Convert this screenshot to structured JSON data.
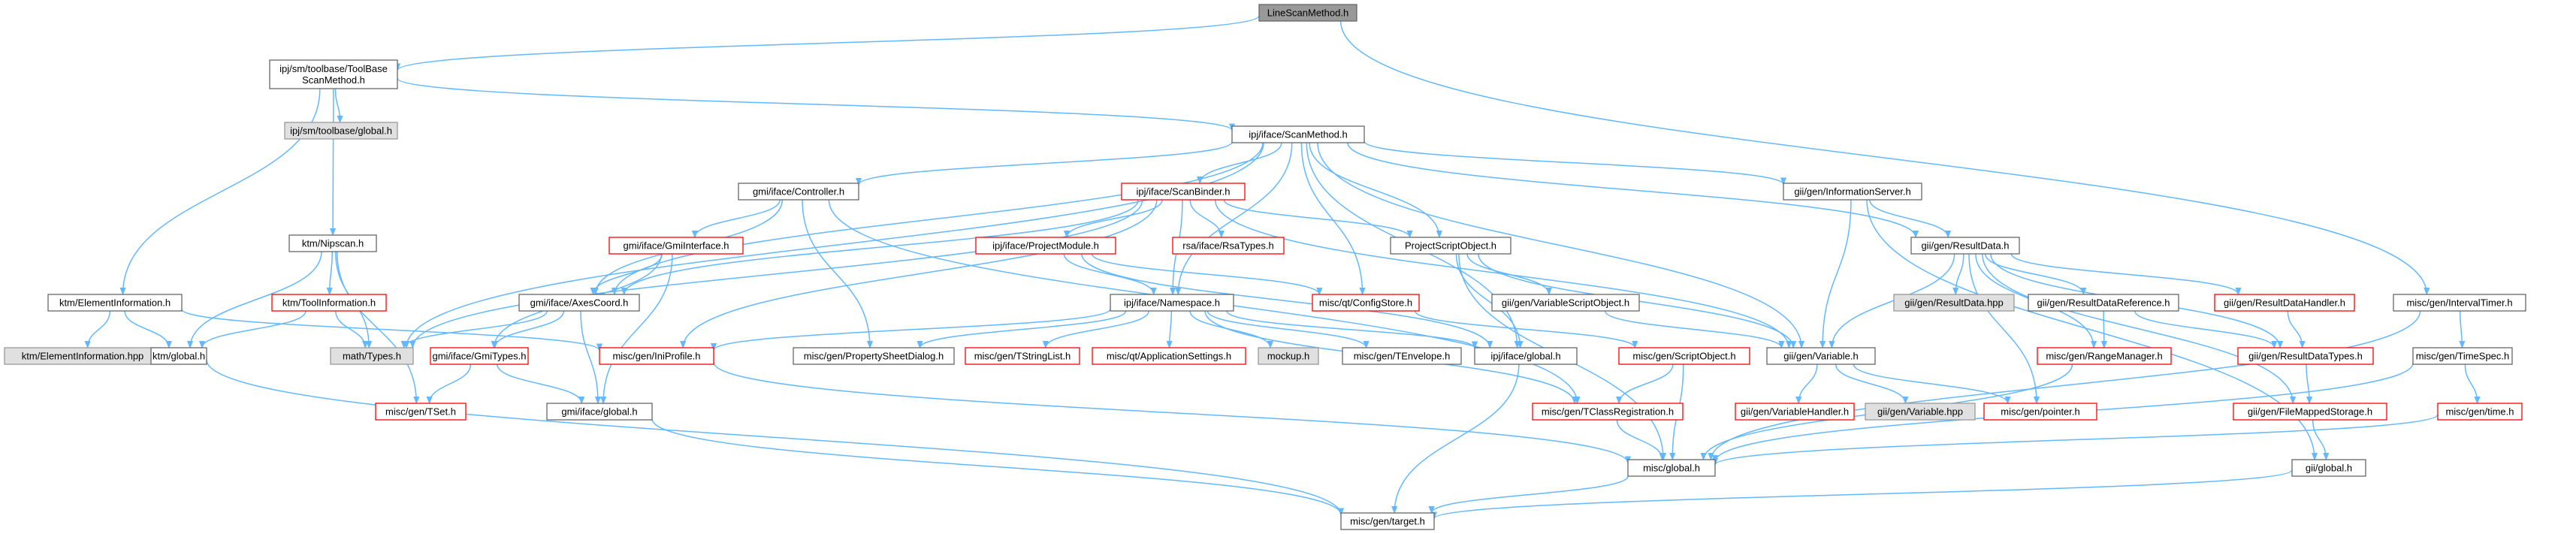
{
  "colors": {
    "edge": "#63b8ff",
    "node_border": "#666666",
    "node_fill": "#ffffff",
    "grey_fill": "#e0e0e0",
    "root_fill": "#999999",
    "red_border": "#ff0000"
  },
  "nodes": {
    "n0": {
      "label": [
        "LineScanMethod.h"
      ],
      "style": "dark"
    },
    "n1": {
      "label": [
        "ipj/sm/toolbase/ToolBase",
        "ScanMethod.h"
      ],
      "style": "white"
    },
    "n2": {
      "label": [
        "ipj/sm/toolbase/global.h"
      ],
      "style": "grey"
    },
    "n3": {
      "label": [
        "ipj/iface/ScanMethod.h"
      ],
      "style": "white"
    },
    "n4": {
      "label": [
        "ktm/ElementInformation.h"
      ],
      "style": "white"
    },
    "n5": {
      "label": [
        "ktm/ElementInformation.hpp"
      ],
      "style": "grey"
    },
    "n6": {
      "label": [
        "ktm/global.h"
      ],
      "style": "white"
    },
    "n7": {
      "label": [
        "ktm/Nipscan.h"
      ],
      "style": "white"
    },
    "n8": {
      "label": [
        "ktm/ToolInformation.h"
      ],
      "style": "red"
    },
    "n9": {
      "label": [
        "math/Types.h"
      ],
      "style": "grey"
    },
    "n10": {
      "label": [
        "gmi/iface/Controller.h"
      ],
      "style": "white"
    },
    "n11": {
      "label": [
        "gmi/iface/GmiInterface.h"
      ],
      "style": "red"
    },
    "n12": {
      "label": [
        "gmi/iface/AxesCoord.h"
      ],
      "style": "white"
    },
    "n13": {
      "label": [
        "gmi/iface/GmiTypes.h"
      ],
      "style": "red"
    },
    "n14": {
      "label": [
        "gmi/iface/global.h"
      ],
      "style": "white"
    },
    "n15": {
      "label": [
        "misc/gen/TSet.h"
      ],
      "style": "red"
    },
    "n16": {
      "label": [
        "misc/gen/IniProfile.h"
      ],
      "style": "red"
    },
    "n17": {
      "label": [
        "ipj/iface/ScanBinder.h"
      ],
      "style": "red"
    },
    "n18": {
      "label": [
        "ipj/iface/ProjectModule.h"
      ],
      "style": "red"
    },
    "n19": {
      "label": [
        "rsa/iface/RsaTypes.h"
      ],
      "style": "red"
    },
    "n20": {
      "label": [
        "ipj/iface/Namespace.h"
      ],
      "style": "white"
    },
    "n21": {
      "label": [
        "misc/gen/PropertySheetDialog.h"
      ],
      "style": "white"
    },
    "n22": {
      "label": [
        "misc/gen/TStringList.h"
      ],
      "style": "red"
    },
    "n23": {
      "label": [
        "misc/qt/ApplicationSettings.h"
      ],
      "style": "red"
    },
    "n24": {
      "label": [
        "mockup.h"
      ],
      "style": "grey"
    },
    "n25": {
      "label": [
        "misc/gen/TEnvelope.h"
      ],
      "style": "white"
    },
    "n26": {
      "label": [
        "ipj/iface/global.h"
      ],
      "style": "white"
    },
    "n27": {
      "label": [
        "misc/qt/ConfigStore.h"
      ],
      "style": "red"
    },
    "n28": {
      "label": [
        "ProjectScriptObject.h"
      ],
      "style": "white"
    },
    "n29": {
      "label": [
        "gii/gen/VariableScriptObject.h"
      ],
      "style": "white"
    },
    "n30": {
      "label": [
        "misc/gen/ScriptObject.h"
      ],
      "style": "red"
    },
    "n31": {
      "label": [
        "misc/gen/TClassRegistration.h"
      ],
      "style": "red"
    },
    "n32": {
      "label": [
        "misc/global.h"
      ],
      "style": "white"
    },
    "n33": {
      "label": [
        "misc/gen/target.h"
      ],
      "style": "white"
    },
    "n34": {
      "label": [
        "gii/gen/InformationServer.h"
      ],
      "style": "white"
    },
    "n35": {
      "label": [
        "gii/gen/Variable.h"
      ],
      "style": "white"
    },
    "n36": {
      "label": [
        "gii/gen/VariableHandler.h"
      ],
      "style": "red"
    },
    "n37": {
      "label": [
        "gii/gen/Variable.hpp"
      ],
      "style": "grey"
    },
    "n38": {
      "label": [
        "misc/gen/pointer.h"
      ],
      "style": "red"
    },
    "n39": {
      "label": [
        "gii/gen/ResultData.h"
      ],
      "style": "white"
    },
    "n40": {
      "label": [
        "gii/gen/ResultData.hpp"
      ],
      "style": "grey"
    },
    "n41": {
      "label": [
        "gii/gen/ResultDataReference.h"
      ],
      "style": "white"
    },
    "n42": {
      "label": [
        "misc/gen/RangeManager.h"
      ],
      "style": "red"
    },
    "n43": {
      "label": [
        "gii/gen/ResultDataHandler.h"
      ],
      "style": "red"
    },
    "n44": {
      "label": [
        "gii/gen/ResultDataTypes.h"
      ],
      "style": "red"
    },
    "n45": {
      "label": [
        "gii/gen/FileMappedStorage.h"
      ],
      "style": "red"
    },
    "n46": {
      "label": [
        "gii/global.h"
      ],
      "style": "white"
    },
    "n47": {
      "label": [
        "misc/gen/IntervalTimer.h"
      ],
      "style": "white"
    },
    "n48": {
      "label": [
        "misc/gen/TimeSpec.h"
      ],
      "style": "white"
    },
    "n49": {
      "label": [
        "misc/gen/time.h"
      ],
      "style": "red"
    }
  },
  "edges": [
    [
      "n0",
      "n1"
    ],
    [
      "n0",
      "n47"
    ],
    [
      "n1",
      "n2"
    ],
    [
      "n1",
      "n3"
    ],
    [
      "n1",
      "n4"
    ],
    [
      "n1",
      "n7"
    ],
    [
      "n3",
      "n10"
    ],
    [
      "n3",
      "n17"
    ],
    [
      "n3",
      "n12"
    ],
    [
      "n3",
      "n9"
    ],
    [
      "n3",
      "n20"
    ],
    [
      "n3",
      "n27"
    ],
    [
      "n3",
      "n28"
    ],
    [
      "n3",
      "n34"
    ],
    [
      "n3",
      "n39"
    ],
    [
      "n3",
      "n35"
    ],
    [
      "n3",
      "n26"
    ],
    [
      "n4",
      "n5"
    ],
    [
      "n4",
      "n6"
    ],
    [
      "n4",
      "n16"
    ],
    [
      "n6",
      "n33"
    ],
    [
      "n7",
      "n6"
    ],
    [
      "n7",
      "n8"
    ],
    [
      "n7",
      "n9"
    ],
    [
      "n7",
      "n15"
    ],
    [
      "n8",
      "n6"
    ],
    [
      "n8",
      "n9"
    ],
    [
      "n10",
      "n11"
    ],
    [
      "n10",
      "n12"
    ],
    [
      "n10",
      "n21"
    ],
    [
      "n10",
      "n31"
    ],
    [
      "n11",
      "n12"
    ],
    [
      "n11",
      "n13"
    ],
    [
      "n11",
      "n14"
    ],
    [
      "n12",
      "n9"
    ],
    [
      "n12",
      "n13"
    ],
    [
      "n12",
      "n14"
    ],
    [
      "n13",
      "n15"
    ],
    [
      "n13",
      "n14"
    ],
    [
      "n14",
      "n33"
    ],
    [
      "n16",
      "n32"
    ],
    [
      "n17",
      "n9"
    ],
    [
      "n17",
      "n12"
    ],
    [
      "n17",
      "n16"
    ],
    [
      "n17",
      "n18"
    ],
    [
      "n17",
      "n19"
    ],
    [
      "n17",
      "n20"
    ],
    [
      "n17",
      "n28"
    ],
    [
      "n17",
      "n35"
    ],
    [
      "n18",
      "n20"
    ],
    [
      "n18",
      "n26"
    ],
    [
      "n18",
      "n27"
    ],
    [
      "n20",
      "n16"
    ],
    [
      "n20",
      "n21"
    ],
    [
      "n20",
      "n22"
    ],
    [
      "n20",
      "n23"
    ],
    [
      "n20",
      "n24"
    ],
    [
      "n20",
      "n25"
    ],
    [
      "n20",
      "n26"
    ],
    [
      "n20",
      "n31"
    ],
    [
      "n26",
      "n33"
    ],
    [
      "n27",
      "n30"
    ],
    [
      "n28",
      "n26"
    ],
    [
      "n28",
      "n29"
    ],
    [
      "n28",
      "n35"
    ],
    [
      "n28",
      "n32"
    ],
    [
      "n29",
      "n35"
    ],
    [
      "n30",
      "n31"
    ],
    [
      "n30",
      "n32"
    ],
    [
      "n31",
      "n32"
    ],
    [
      "n32",
      "n33"
    ],
    [
      "n34",
      "n35"
    ],
    [
      "n34",
      "n39"
    ],
    [
      "n34",
      "n46"
    ],
    [
      "n35",
      "n36"
    ],
    [
      "n35",
      "n37"
    ],
    [
      "n35",
      "n38"
    ],
    [
      "n39",
      "n40"
    ],
    [
      "n39",
      "n41"
    ],
    [
      "n39",
      "n42"
    ],
    [
      "n39",
      "n43"
    ],
    [
      "n39",
      "n44"
    ],
    [
      "n39",
      "n45"
    ],
    [
      "n39",
      "n38"
    ],
    [
      "n39",
      "n35"
    ],
    [
      "n41",
      "n42"
    ],
    [
      "n41",
      "n44"
    ],
    [
      "n42",
      "n32"
    ],
    [
      "n43",
      "n44"
    ],
    [
      "n44",
      "n45"
    ],
    [
      "n45",
      "n46"
    ],
    [
      "n46",
      "n33"
    ],
    [
      "n47",
      "n48"
    ],
    [
      "n47",
      "n32"
    ],
    [
      "n48",
      "n49"
    ],
    [
      "n48",
      "n32"
    ],
    [
      "n49",
      "n32"
    ]
  ]
}
